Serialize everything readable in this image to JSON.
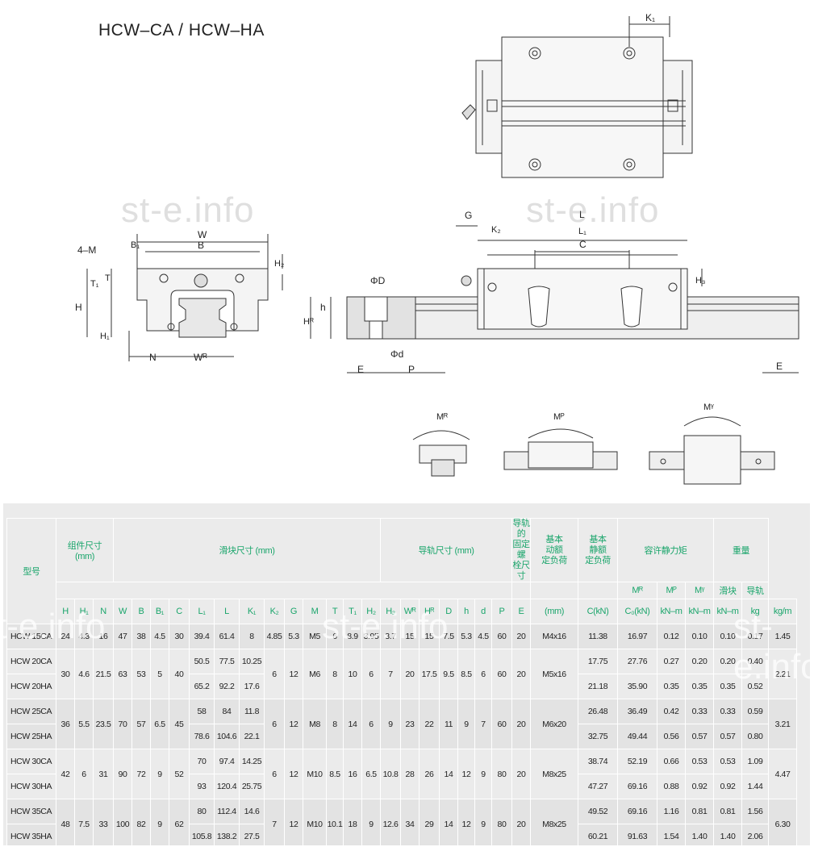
{
  "title": "HCW–CA / HCW–HA",
  "watermark": "st-e.info",
  "dims": {
    "K1": "K₁",
    "W": "W",
    "B": "B",
    "B1": "B₁",
    "M": "4–M",
    "T": "T",
    "T1": "T₁",
    "H": "H",
    "H1": "H₁",
    "H2": "H₂",
    "H3": "H₃",
    "N": "N",
    "WR": "Wᴿ",
    "G": "G",
    "L": "L",
    "K2": "K₂",
    "L1": "L₁",
    "C": "C",
    "phiD": "ΦD",
    "phid": "Φd",
    "h": "h",
    "HR": "Hᴿ",
    "E": "E",
    "P": "P",
    "E2": "E"
  },
  "moments": {
    "MR": "Mᴿ",
    "MP": "Mᴾ",
    "MY": "Mᵞ"
  },
  "table": {
    "model_header": "型号",
    "assembly_header": "组件尺寸\n(mm)",
    "block_header": "滑块尺寸 (mm)",
    "rail_header": "导轨尺寸 (mm)",
    "bolt_header": "导轨的\n固定螺\n栓尺寸",
    "dyn_header": "基本\n动额\n定负荷",
    "stat_header": "基本\n静额\n定负荷",
    "moment_header": "容许静力矩",
    "weight_header": "重量",
    "mr": "Mᴿ",
    "mp": "Mᴾ",
    "my": "Mᵞ",
    "block_w": "滑块",
    "rail_w": "导轨",
    "cols": [
      "H",
      "H₁",
      "N",
      "W",
      "B",
      "B₁",
      "C",
      "L₁",
      "L",
      "K₁",
      "K₂",
      "G",
      "M",
      "T",
      "T₁",
      "H₂",
      "H₃",
      "Wᴿ",
      "Hᴿ",
      "D",
      "h",
      "d",
      "P",
      "E",
      "(mm)",
      "C(kN)",
      "C₀(kN)",
      "kN–m",
      "kN–m",
      "kN–m",
      "kg",
      "kg/m"
    ],
    "rows": [
      {
        "model": "HCW 15CA",
        "H": "24",
        "H1": "4.3",
        "N": "16",
        "W": "47",
        "B": "38",
        "B1": "4.5",
        "C": "30",
        "L1": "39.4",
        "L": "61.4",
        "K1": "8",
        "K2": "4.85",
        "G": "5.3",
        "M": "M5",
        "T": "6",
        "T1": "8.9",
        "H2": "3.95",
        "H3": "3.7",
        "WR": "15",
        "HR": "15",
        "D": "7.5",
        "h": "5.3",
        "d": "4.5",
        "P": "60",
        "E": "20",
        "bolt": "M4x16",
        "C_dyn": "11.38",
        "C0": "16.97",
        "MR": "0.12",
        "MP": "0.10",
        "MY": "0.10",
        "wb": "0.17",
        "wr": "1.45"
      },
      {
        "model": "HCW 20CA",
        "L1": "50.5",
        "L": "77.5",
        "K1": "10.25",
        "C_dyn": "17.75",
        "C0": "27.76",
        "MR": "0.27",
        "MP": "0.20",
        "MY": "0.20",
        "wb": "0.40"
      },
      {
        "model": "HCW 20HA",
        "L1": "65.2",
        "L": "92.2",
        "K1": "17.6",
        "C_dyn": "21.18",
        "C0": "35.90",
        "MR": "0.35",
        "MP": "0.35",
        "MY": "0.35",
        "wb": "0.52"
      },
      {
        "model": "HCW 25CA",
        "L1": "58",
        "L": "84",
        "K1": "11.8",
        "C_dyn": "26.48",
        "C0": "36.49",
        "MR": "0.42",
        "MP": "0.33",
        "MY": "0.33",
        "wb": "0.59"
      },
      {
        "model": "HCW 25HA",
        "L1": "78.6",
        "L": "104.6",
        "K1": "22.1",
        "C_dyn": "32.75",
        "C0": "49.44",
        "MR": "0.56",
        "MP": "0.57",
        "MY": "0.57",
        "wb": "0.80"
      },
      {
        "model": "HCW 30CA",
        "L1": "70",
        "L": "97.4",
        "K1": "14.25",
        "C_dyn": "38.74",
        "C0": "52.19",
        "MR": "0.66",
        "MP": "0.53",
        "MY": "0.53",
        "wb": "1.09"
      },
      {
        "model": "HCW 30HA",
        "L1": "93",
        "L": "120.4",
        "K1": "25.75",
        "C_dyn": "47.27",
        "C0": "69.16",
        "MR": "0.88",
        "MP": "0.92",
        "MY": "0.92",
        "wb": "1.44"
      },
      {
        "model": "HCW 35CA",
        "L1": "80",
        "L": "112.4",
        "K1": "14.6",
        "C_dyn": "49.52",
        "C0": "69.16",
        "MR": "1.16",
        "MP": "0.81",
        "MY": "0.81",
        "wb": "1.56"
      },
      {
        "model": "HCW 35HA",
        "L1": "105.8",
        "L": "138.2",
        "K1": "27.5",
        "C_dyn": "60.21",
        "C0": "91.63",
        "MR": "1.54",
        "MP": "1.40",
        "MY": "1.40",
        "wb": "2.06"
      }
    ],
    "groups": [
      {
        "H": "30",
        "H1": "4.6",
        "N": "21.5",
        "W": "63",
        "B": "53",
        "B1": "5",
        "C": "40",
        "K2": "6",
        "G": "12",
        "M": "M6",
        "T": "8",
        "T1": "10",
        "H2": "6",
        "H3": "7",
        "WR": "20",
        "HR": "17.5",
        "D": "9.5",
        "h": "8.5",
        "d": "6",
        "P": "60",
        "E": "20",
        "bolt": "M5x16",
        "wr": "2.21"
      },
      {
        "H": "36",
        "H1": "5.5",
        "N": "23.5",
        "W": "70",
        "B": "57",
        "B1": "6.5",
        "C": "45",
        "K2": "6",
        "G": "12",
        "M": "M8",
        "T": "8",
        "T1": "14",
        "H2": "6",
        "H3": "9",
        "WR": "23",
        "HR": "22",
        "D": "11",
        "h": "9",
        "d": "7",
        "P": "60",
        "E": "20",
        "bolt": "M6x20",
        "wr": "3.21"
      },
      {
        "H": "42",
        "H1": "6",
        "N": "31",
        "W": "90",
        "B": "72",
        "B1": "9",
        "C": "52",
        "K2": "6",
        "G": "12",
        "M": "M10",
        "T": "8.5",
        "T1": "16",
        "H2": "6.5",
        "H3": "10.8",
        "WR": "28",
        "HR": "26",
        "D": "14",
        "h": "12",
        "d": "9",
        "P": "80",
        "E": "20",
        "bolt": "M8x25",
        "wr": "4.47"
      },
      {
        "H": "48",
        "H1": "7.5",
        "N": "33",
        "W": "100",
        "B": "82",
        "B1": "9",
        "C": "62",
        "K2": "7",
        "G": "12",
        "M": "M10",
        "T": "10.1",
        "T1": "18",
        "H2": "9",
        "H3": "12.6",
        "WR": "34",
        "HR": "29",
        "D": "14",
        "h": "12",
        "d": "9",
        "P": "80",
        "E": "20",
        "bolt": "M8x25",
        "wr": "6.30"
      }
    ]
  }
}
